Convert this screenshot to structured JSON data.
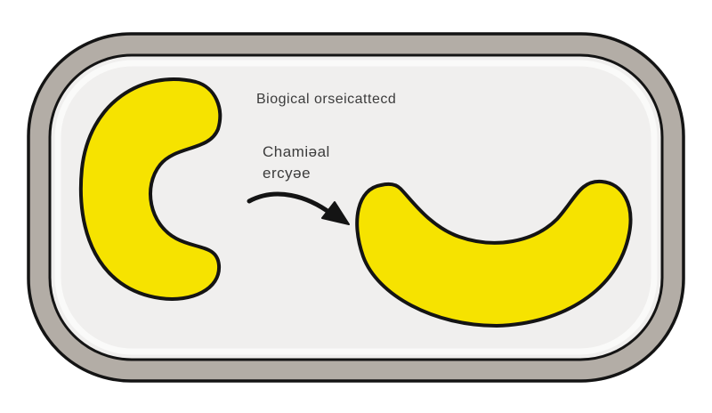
{
  "diagram": {
    "title": "Biogical orseicattecd",
    "label": {
      "line1": "Chamiəal",
      "line2": "ercyəe"
    },
    "colors": {
      "yellow": "#f6e300",
      "membrane": "#b3ada6",
      "interior": "#f0efee",
      "rim": "#fbfbfa",
      "outline": "#141414",
      "text": "#3c3c3c",
      "background": "#ffffff"
    }
  }
}
